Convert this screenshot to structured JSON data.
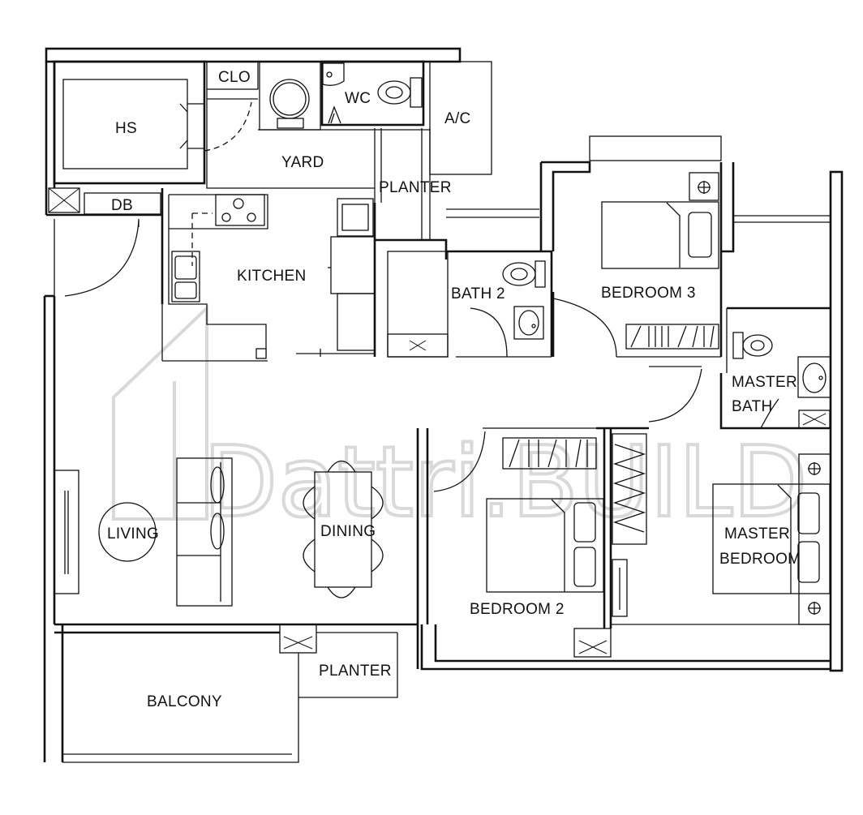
{
  "watermark": "Dattri.BUILD",
  "rooms": {
    "hs": "HS",
    "clo": "CLO",
    "wc": "WC",
    "ac": "A/C",
    "yard": "YARD",
    "planter_top": "PLANTER",
    "db": "DB",
    "kitchen": "KITCHEN",
    "bath2": "BATH 2",
    "bedroom3": "BEDROOM 3",
    "master_bath_line1": "MASTER",
    "master_bath_line2": "BATH",
    "living": "LIVING",
    "dining": "DINING",
    "bedroom2": "BEDROOM 2",
    "master_bedroom_line1": "MASTER",
    "master_bedroom_line2": "BEDROOM",
    "planter_bottom": "PLANTER",
    "balcony": "BALCONY"
  }
}
